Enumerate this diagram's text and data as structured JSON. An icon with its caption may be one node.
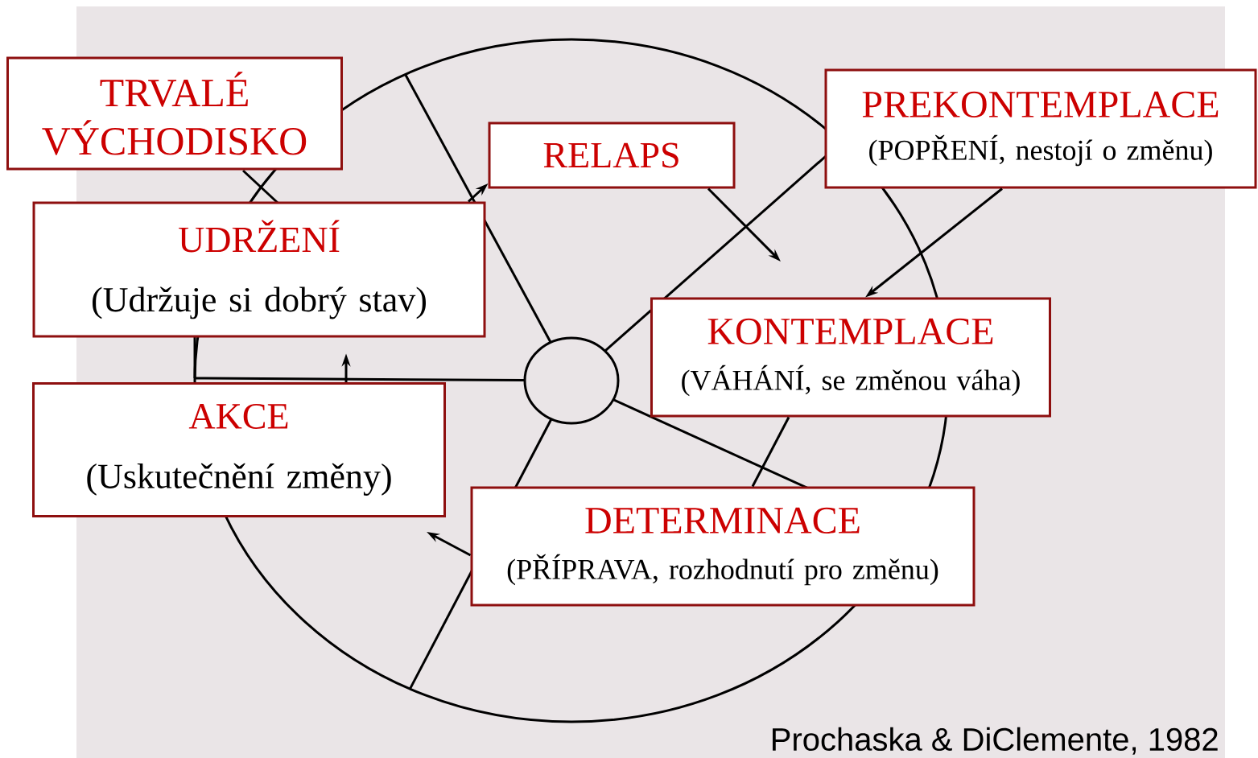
{
  "diagram": {
    "nodes": [
      {
        "text": [
          "TRVALÉ VÝCHODISKO"
        ]
      },
      {
        "text": [
          "RELAPS"
        ]
      },
      {
        "text": [
          "PREKONTEMPLACE",
          "(POPŘENÍ, nestojí o změnu)"
        ]
      },
      {
        "text": [
          "UDRŽENÍ",
          "(Udržuje si dobrý stav)"
        ]
      },
      {
        "text": [
          "KONTEMPLACE",
          "(VÁHÁNÍ, se změnou váha)"
        ]
      },
      {
        "text": [
          "AKCE",
          "(Uskutečnění změny)"
        ]
      },
      {
        "text": [
          "DETERMINACE",
          "(PŘÍPRAVA, rozhodnutí pro změnu)"
        ]
      }
    ],
    "edges": [
      {
        "from": 2,
        "to": 4,
        "arrow": "to"
      },
      {
        "from": 4,
        "to": 6,
        "arrow": "none"
      },
      {
        "from": 6,
        "to": 5,
        "arrow": "to"
      },
      {
        "from": 5,
        "to": 3,
        "arrow": "to"
      },
      {
        "from": 3,
        "to": 1,
        "arrow": "to"
      },
      {
        "from": 1,
        "to": null,
        "arrow": "to"
      }
    ],
    "labels": [
      "Prochaska & DiClemente, 1982"
    ]
  }
}
